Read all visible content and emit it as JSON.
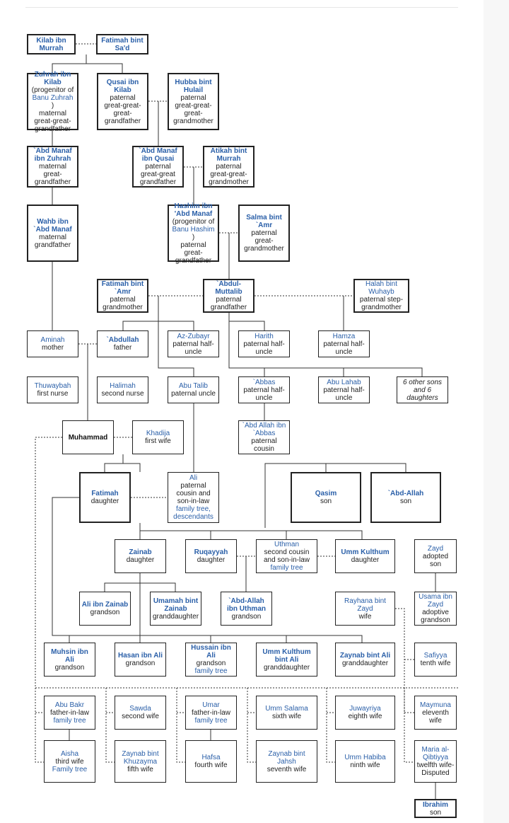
{
  "colors": {
    "link": "#2a5fa8",
    "text": "#222222",
    "line": "#333333"
  },
  "people": [
    {
      "id": "kilab",
      "name": "Kilab ibn Murrah",
      "desc": []
    },
    {
      "id": "fatimah_saad",
      "name": "Fatimah bint Sa'd",
      "desc": []
    },
    {
      "id": "zuhrah",
      "name": "Zuhrah ibn Kilab",
      "desc": [
        {
          "t": "(progenitor of"
        },
        {
          "t": "Banu Zuhrah",
          "link": true
        },
        {
          "t": ")"
        },
        {
          "t": "maternal great-great-grandfather"
        }
      ]
    },
    {
      "id": "qusai",
      "name": "Qusai ibn Kilab",
      "desc": [
        {
          "t": "paternal great-great-great-grandfather"
        }
      ]
    },
    {
      "id": "hubba",
      "name": "Hubba bint Hulail",
      "desc": [
        {
          "t": "paternal great-great-great-grandmother"
        }
      ]
    },
    {
      "id": "abdmanaf_zuhrah",
      "name": "`Abd Manaf ibn Zuhrah",
      "desc": [
        {
          "t": "maternal great-grandfather"
        }
      ]
    },
    {
      "id": "abdmanaf_qusai",
      "name": "`Abd Manaf ibn Qusai",
      "desc": [
        {
          "t": "paternal great-great grandfather"
        }
      ]
    },
    {
      "id": "atikah",
      "name": "Atikah bint Murrah",
      "desc": [
        {
          "t": "paternal great-great-grandmother"
        }
      ]
    },
    {
      "id": "wahb",
      "name": "Wahb ibn `Abd Manaf",
      "desc": [
        {
          "t": "maternal grandfather"
        }
      ]
    },
    {
      "id": "hashim",
      "name": "Hashim ibn 'Abd Manaf",
      "desc": [
        {
          "t": "(progenitor of"
        },
        {
          "t": "Banu Hashim",
          "link": true
        },
        {
          "t": ")"
        },
        {
          "t": "paternal great-grandfather"
        }
      ]
    },
    {
      "id": "salma",
      "name": "Salma bint `Amr",
      "desc": [
        {
          "t": "paternal great-grandmother"
        }
      ]
    },
    {
      "id": "fatimah_amr",
      "name": "Fatimah bint `Amr",
      "desc": [
        {
          "t": "paternal grandmother"
        }
      ]
    },
    {
      "id": "abdulmuttalib",
      "name": "`Abdul-Muttalib",
      "desc": [
        {
          "t": "paternal grandfather"
        }
      ]
    },
    {
      "id": "halah",
      "name": "Halah bint Wuhayb",
      "desc": [
        {
          "t": "paternal step-grandmother"
        }
      ]
    },
    {
      "id": "aminah",
      "name": "Aminah",
      "desc": [
        {
          "t": "mother"
        }
      ]
    },
    {
      "id": "abdullah",
      "name": "`Abdullah",
      "desc": [
        {
          "t": "father"
        }
      ]
    },
    {
      "id": "azzubayr",
      "name": "Az-Zubayr",
      "desc": [
        {
          "t": "paternal half-uncle"
        }
      ]
    },
    {
      "id": "harith",
      "name": "Harith",
      "desc": [
        {
          "t": "paternal half-uncle"
        }
      ]
    },
    {
      "id": "hamza",
      "name": "Hamza",
      "desc": [
        {
          "t": "paternal half-uncle"
        }
      ]
    },
    {
      "id": "thuwaybah",
      "name": "Thuwaybah",
      "desc": [
        {
          "t": "first nurse"
        }
      ]
    },
    {
      "id": "halimah",
      "name": "Halimah",
      "desc": [
        {
          "t": "second nurse"
        }
      ]
    },
    {
      "id": "abutalib",
      "name": "Abu Talib",
      "desc": [
        {
          "t": "paternal uncle"
        }
      ]
    },
    {
      "id": "abbas",
      "name": "`Abbas",
      "desc": [
        {
          "t": "paternal half-uncle"
        }
      ]
    },
    {
      "id": "abulahab",
      "name": "Abu Lahab",
      "desc": [
        {
          "t": "paternal half-uncle"
        }
      ]
    },
    {
      "id": "othersons",
      "name": "",
      "desc": [
        {
          "t": "6 other sons and 6 daughters"
        }
      ]
    },
    {
      "id": "abdallah_abbas",
      "name": "`Abd Allah ibn `Abbas",
      "desc": [
        {
          "t": "paternal cousin"
        }
      ]
    },
    {
      "id": "muhammad",
      "name": "Muhammad",
      "desc": []
    },
    {
      "id": "khadija",
      "name": "Khadija",
      "desc": [
        {
          "t": "first wife"
        }
      ]
    },
    {
      "id": "fatimah",
      "name": "Fatimah",
      "desc": [
        {
          "t": "daughter"
        }
      ]
    },
    {
      "id": "ali",
      "name": "Ali",
      "desc": [
        {
          "t": "paternal cousin and son-in-law"
        },
        {
          "t": "family tree, descendants",
          "link": true
        }
      ]
    },
    {
      "id": "qasim",
      "name": "Qasim",
      "desc": [
        {
          "t": "son"
        }
      ]
    },
    {
      "id": "abdallah_son",
      "name": "`Abd-Allah",
      "desc": [
        {
          "t": "son"
        }
      ]
    },
    {
      "id": "zainab",
      "name": "Zainab",
      "desc": [
        {
          "t": "daughter"
        }
      ]
    },
    {
      "id": "ruqayyah",
      "name": "Ruqayyah",
      "desc": [
        {
          "t": "daughter"
        }
      ]
    },
    {
      "id": "uthman",
      "name": "Uthman",
      "desc": [
        {
          "t": "second cousin and son-in-law"
        },
        {
          "t": "family tree",
          "link": true
        }
      ]
    },
    {
      "id": "ummkulthum",
      "name": "Umm Kulthum",
      "desc": [
        {
          "t": "daughter"
        }
      ]
    },
    {
      "id": "zayd",
      "name": "Zayd",
      "desc": [
        {
          "t": "adopted son"
        }
      ]
    },
    {
      "id": "aliibnzainab",
      "name": "Ali ibn Zainab",
      "desc": [
        {
          "t": "grandson"
        }
      ]
    },
    {
      "id": "umamah",
      "name": "Umamah bint Zainab",
      "desc": [
        {
          "t": "granddaughter"
        }
      ]
    },
    {
      "id": "abdallah_uthman",
      "name": "`Abd-Allah ibn Uthman",
      "desc": [
        {
          "t": "grandson"
        }
      ]
    },
    {
      "id": "rayhana",
      "name": "Rayhana bint Zayd",
      "desc": [
        {
          "t": "wife"
        }
      ]
    },
    {
      "id": "usama",
      "name": "Usama ibn Zayd",
      "desc": [
        {
          "t": "adoptive grandson"
        }
      ]
    },
    {
      "id": "muhsin",
      "name": "Muhsin ibn Ali",
      "desc": [
        {
          "t": "grandson"
        }
      ]
    },
    {
      "id": "hasan",
      "name": "Hasan ibn Ali",
      "desc": [
        {
          "t": "grandson"
        }
      ]
    },
    {
      "id": "hussain",
      "name": "Hussain ibn Ali",
      "desc": [
        {
          "t": "grandson"
        },
        {
          "t": "family tree",
          "link": true
        }
      ]
    },
    {
      "id": "ummkulthum_ali",
      "name": "Umm Kulthum bint Ali",
      "desc": [
        {
          "t": "granddaughter"
        }
      ]
    },
    {
      "id": "zaynab_ali",
      "name": "Zaynab bint Ali",
      "desc": [
        {
          "t": "granddaughter"
        }
      ]
    },
    {
      "id": "safiyya",
      "name": "Safiyya",
      "desc": [
        {
          "t": "tenth wife"
        }
      ]
    },
    {
      "id": "abubakr",
      "name": "Abu Bakr",
      "desc": [
        {
          "t": "father-in-law"
        },
        {
          "t": "family tree",
          "link": true
        }
      ]
    },
    {
      "id": "sawda",
      "name": "Sawda",
      "desc": [
        {
          "t": "second wife"
        }
      ]
    },
    {
      "id": "umar",
      "name": "Umar",
      "desc": [
        {
          "t": "father-in-law"
        },
        {
          "t": "family tree",
          "link": true
        }
      ]
    },
    {
      "id": "ummsalama",
      "name": "Umm Salama",
      "desc": [
        {
          "t": "sixth wife"
        }
      ]
    },
    {
      "id": "juwayriya",
      "name": "Juwayriya",
      "desc": [
        {
          "t": "eighth wife"
        }
      ]
    },
    {
      "id": "maymuna",
      "name": "Maymuna",
      "desc": [
        {
          "t": "eleventh wife"
        }
      ]
    },
    {
      "id": "aisha",
      "name": "Aisha",
      "desc": [
        {
          "t": "third wife"
        },
        {
          "t": "Family tree",
          "link": true
        }
      ]
    },
    {
      "id": "zaynab_khuzayma",
      "name": "Zaynab bint Khuzayma",
      "desc": [
        {
          "t": "fifth wife"
        }
      ]
    },
    {
      "id": "hafsa",
      "name": "Hafsa",
      "desc": [
        {
          "t": "fourth wife"
        }
      ]
    },
    {
      "id": "zaynab_jahsh",
      "name": "Zaynab bint Jahsh",
      "desc": [
        {
          "t": "seventh wife"
        }
      ]
    },
    {
      "id": "ummhabiba",
      "name": "Umm Habiba",
      "desc": [
        {
          "t": "ninth wife"
        }
      ]
    },
    {
      "id": "maria",
      "name": "Maria al-Qibtiyya",
      "desc": [
        {
          "t": "twelfth wife-Disputed"
        }
      ]
    },
    {
      "id": "ibrahim",
      "name": "Ibrahim",
      "desc": [
        {
          "t": "son"
        }
      ]
    }
  ]
}
